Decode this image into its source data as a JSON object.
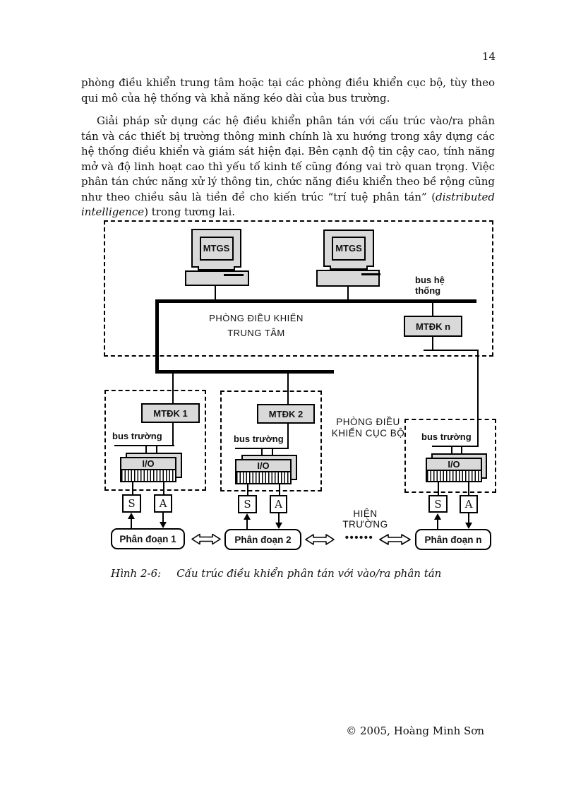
{
  "page": {
    "number": "14"
  },
  "paragraphs": {
    "p1": "phòng điều khiển trung tâm hoặc tại các phòng điều khiển cục bộ, tùy theo qui mô của hệ thống và khả năng kéo dài của bus trường.",
    "p2_before": "Giải pháp sử dụng các hệ điều khiển phân tán với cấu trúc vào/ra phân tán và các thiết bị trường thông minh chính là xu hướng trong xây dựng các hệ thống điều khiển và giám sát hiện đại. Bên cạnh độ tin cậy cao, tính năng mở và độ linh hoạt cao thì yếu tố kinh tế cũng đóng vai trò quan trọng. Việc phân tán chức năng xử lý thông tin, chức năng điều khiển theo bề rộng cũng như theo chiều sâu là tiền đề cho kiến trúc “trí tuệ phân tán” (",
    "p2_italic": "distributed intelligence",
    "p2_after": ") trong tương lai."
  },
  "diagram": {
    "central_room_label": [
      "PHÒNG ĐIỀU KHIỂN",
      "TRUNG TÂM"
    ],
    "system_bus_label": [
      "bus hệ",
      "thống"
    ],
    "workstation_label": "MTGS",
    "controllers": [
      "MTĐK 1",
      "MTĐK 2",
      "MTĐK n"
    ],
    "local_room_label": [
      "PHÒNG ĐIỀU",
      "KHIỂN CỤC BỘ"
    ],
    "fieldbus_label": "bus trường",
    "io_label": "I/O",
    "sensor_label": "S",
    "actuator_label": "A",
    "segments": [
      "Phân đoạn 1",
      "Phân đoạn 2",
      "Phân đoạn n"
    ],
    "field_area_label": [
      "HIỆN",
      "TRƯỜNG"
    ],
    "ellipsis": "••••••"
  },
  "caption": {
    "label": "Hình 2-6:",
    "text": "Cấu trúc điều khiển phân tán với vào/ra phân tán"
  },
  "footer": {
    "copyright": "© 2005, Hoàng Minh Sơn"
  }
}
